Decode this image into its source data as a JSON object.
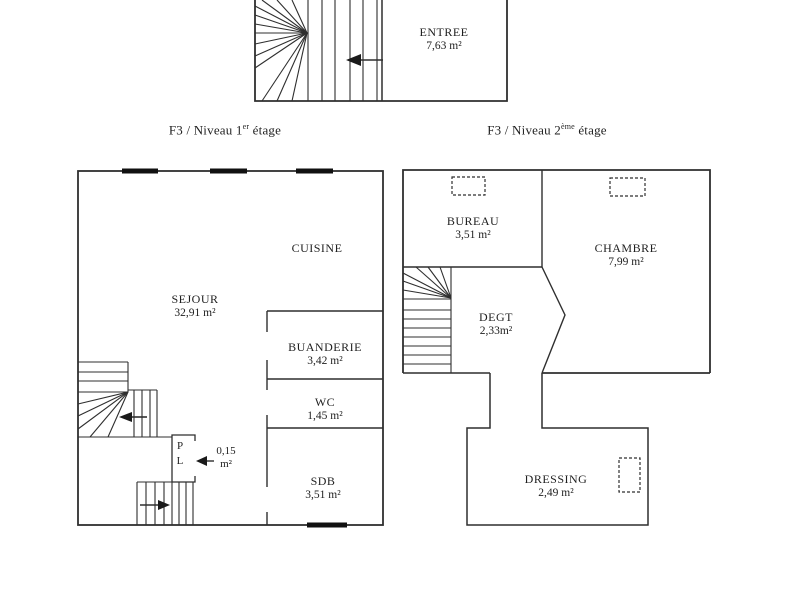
{
  "colors": {
    "wall_line": "#2f2f2f",
    "window_marker": "#111111",
    "background": "#ffffff"
  },
  "titles": {
    "level1": {
      "prefix": "F3 / Niveau 1",
      "sup": "er",
      "suffix": " étage"
    },
    "level2": {
      "prefix": "F3 / Niveau 2",
      "sup": "ème",
      "suffix": " étage"
    }
  },
  "rooms": {
    "entree": {
      "name": "ENTREE",
      "area": "7,63 m²"
    },
    "sejour": {
      "name": "SEJOUR",
      "area": "32,91 m²"
    },
    "cuisine": {
      "name": "CUISINE"
    },
    "buanderie": {
      "name": "BUANDERIE",
      "area": "3,42 m²"
    },
    "wc": {
      "name": "WC",
      "area": "1,45 m²"
    },
    "sdb": {
      "name": "SDB",
      "area": "3,51 m²"
    },
    "placard": {
      "letter1": "P",
      "letter2": "L",
      "area_line1": "0,15",
      "area_line2": "m²"
    },
    "bureau": {
      "name": "BUREAU",
      "area": "3,51 m²"
    },
    "chambre": {
      "name": "CHAMBRE",
      "area": "7,99 m²"
    },
    "degt": {
      "name": "DEGT",
      "area": "2,33m²"
    },
    "dressing": {
      "name": "DRESSING",
      "area": "2,49 m²"
    }
  }
}
